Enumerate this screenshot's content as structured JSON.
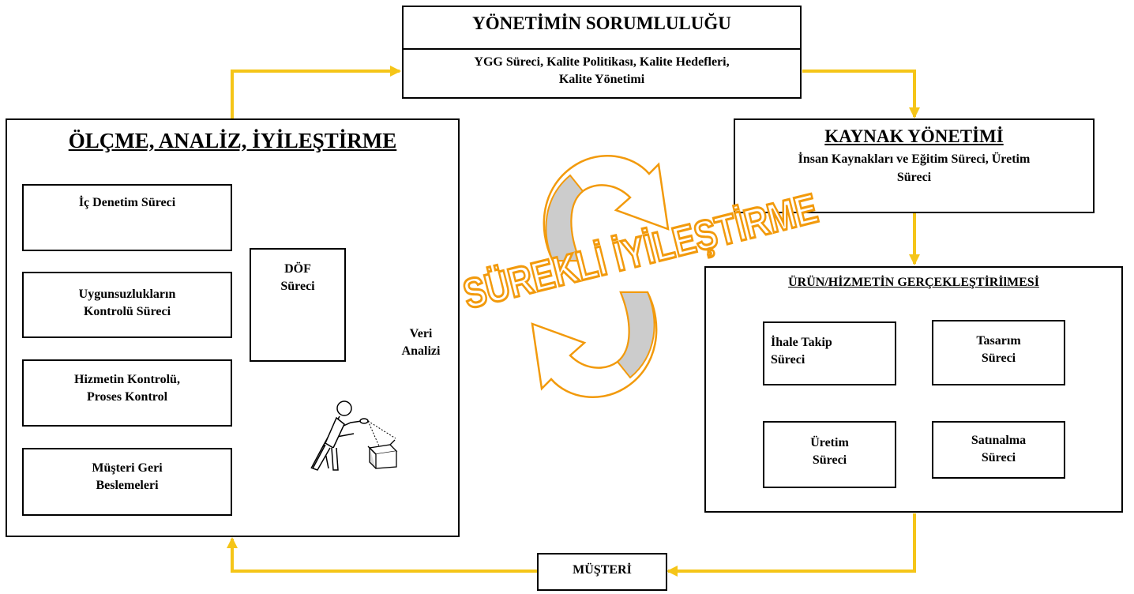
{
  "management": {
    "title": "YÖNETİMİN SORUMLULUĞU",
    "line1": "YGG Süreci, Kalite Politikası, Kalite Hedefleri,",
    "line2": "Kalite Yönetimi"
  },
  "resource": {
    "title": "KAYNAK YÖNETİMİ",
    "line1": "İnsan Kaynakları ve Eğitim Süreci, Üretim",
    "line2": "Süreci"
  },
  "measurement": {
    "title": "ÖLÇME, ANALİZ, İYİLEŞTİRME",
    "internal_audit": "İç Denetim  Süreci",
    "nonconformity_1": "Uygunsuzlukların",
    "nonconformity_2": "Kontrolü Süreci",
    "service_control_1": "Hizmetin Kontrolü,",
    "service_control_2": "Proses Kontrol",
    "feedback_1": "Müşteri Geri",
    "feedback_2": "Beslemeleri",
    "dof_1": "DÖF",
    "dof_2": "Süreci",
    "data_1": "Veri",
    "data_2": "Analizi"
  },
  "realization": {
    "title": "ÜRÜN/HİZMETİN GERÇEKLEŞTİRİlMESİ",
    "tender_1": "İhale Takip",
    "tender_2": "Süreci",
    "design_1": "Tasarım",
    "design_2": "Süreci",
    "production_1": "Üretim",
    "production_2": "Süreci",
    "purchasing_1": "Satınalma",
    "purchasing_2": "Süreci"
  },
  "customer": {
    "label": "MÜŞTERİ"
  },
  "continuous_improvement": "SÜREKLİ İYİLEŞTİRME",
  "colors": {
    "flow_arrow": "#f5c518",
    "cycle_stroke": "#f29a0c",
    "cycle_fill": "#cccccc"
  },
  "icons": [
    "person-inspecting-box-icon",
    "cycle-arrows-icon"
  ]
}
